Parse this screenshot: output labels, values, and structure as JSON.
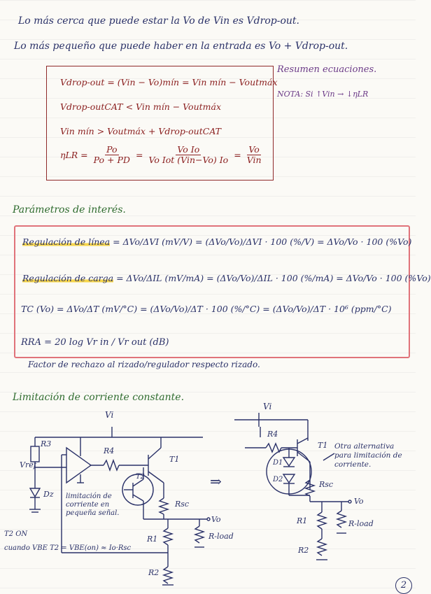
{
  "intro": {
    "line1": "Lo más cerca que puede estar la Vo de Vin es Vdrop-out.",
    "line2": "Lo más pequeño que puede haber en la entrada es Vo + Vdrop-out."
  },
  "summary": {
    "label": "Resumen ecuaciones.",
    "note": "NOTA: Si ↑Vin → ↓ηLR",
    "eq1": "Vdrop-out = (Vin − Vo)mín = Vin mín − Voutmáx",
    "eq2": "Vdrop-outCAT < Vin mín − Voutmáx",
    "eq3": "Vin mín > Voutmáx + Vdrop-outCAT",
    "eq4_lhs": "ηLR =",
    "eq4_f1_num": "Po",
    "eq4_f1_den": "Po + PD",
    "eq4_f2_num": "Vo Io",
    "eq4_f2_den": "Vo Iot (Vin−Vo) Io",
    "eq4_f3_num": "Vo",
    "eq4_f3_den": "Vin"
  },
  "params": {
    "heading": "Parámetros de interés.",
    "line_reg_label": "Regulación de línea",
    "line_reg_eq": "= ΔVo/ΔVI (mV/V) = (ΔVo/Vo)/ΔVI · 100 (%/V) = ΔVo/Vo · 100 (%Vo)",
    "load_reg_label": "Regulación de carga",
    "load_reg_eq": "= ΔVo/ΔIL (mV/mA) = (ΔVo/Vo)/ΔIL · 100 (%/mA) = ΔVo/Vo · 100 (%Vo)",
    "tc_eq": "TC (Vo) = ΔVo/ΔT (mV/°C) = (ΔVo/Vo)/ΔT · 100 (%/°C) = (ΔVo/Vo)/ΔT · 10⁶ (ppm/°C)",
    "rra_eq": "RRA = 20 log Vr in / Vr out (dB)",
    "rra_note": "Factor de rechazo al rizado/regulador respecto rizado."
  },
  "limitation": {
    "heading": "Limitación de corriente constante.",
    "left_labels": {
      "vi": "Vi",
      "r3": "R3",
      "vref": "Vref",
      "dz": "Dz",
      "r4": "R4",
      "t1": "T1",
      "t2": "T2",
      "rsc": "Rsc",
      "vo": "Vo",
      "r1": "R1",
      "r2": "R2",
      "rload": "R-load",
      "note": "limitación de corriente en pequeña señal.",
      "t2on": "T2 ON",
      "cond": "cuando VBE T2 = VBE(on) ≈ Io·Rsc"
    },
    "right_labels": {
      "vi": "Vi",
      "r4": "R4",
      "t1": "T1",
      "d1": "D1",
      "d2": "D2",
      "rsc": "Rsc",
      "vo": "Vo",
      "r1": "R1",
      "r2": "R2",
      "rload": "R-load",
      "alt": "Otra alternativa para limitación de corriente."
    },
    "arrow": "⇒"
  },
  "page_number": "2"
}
